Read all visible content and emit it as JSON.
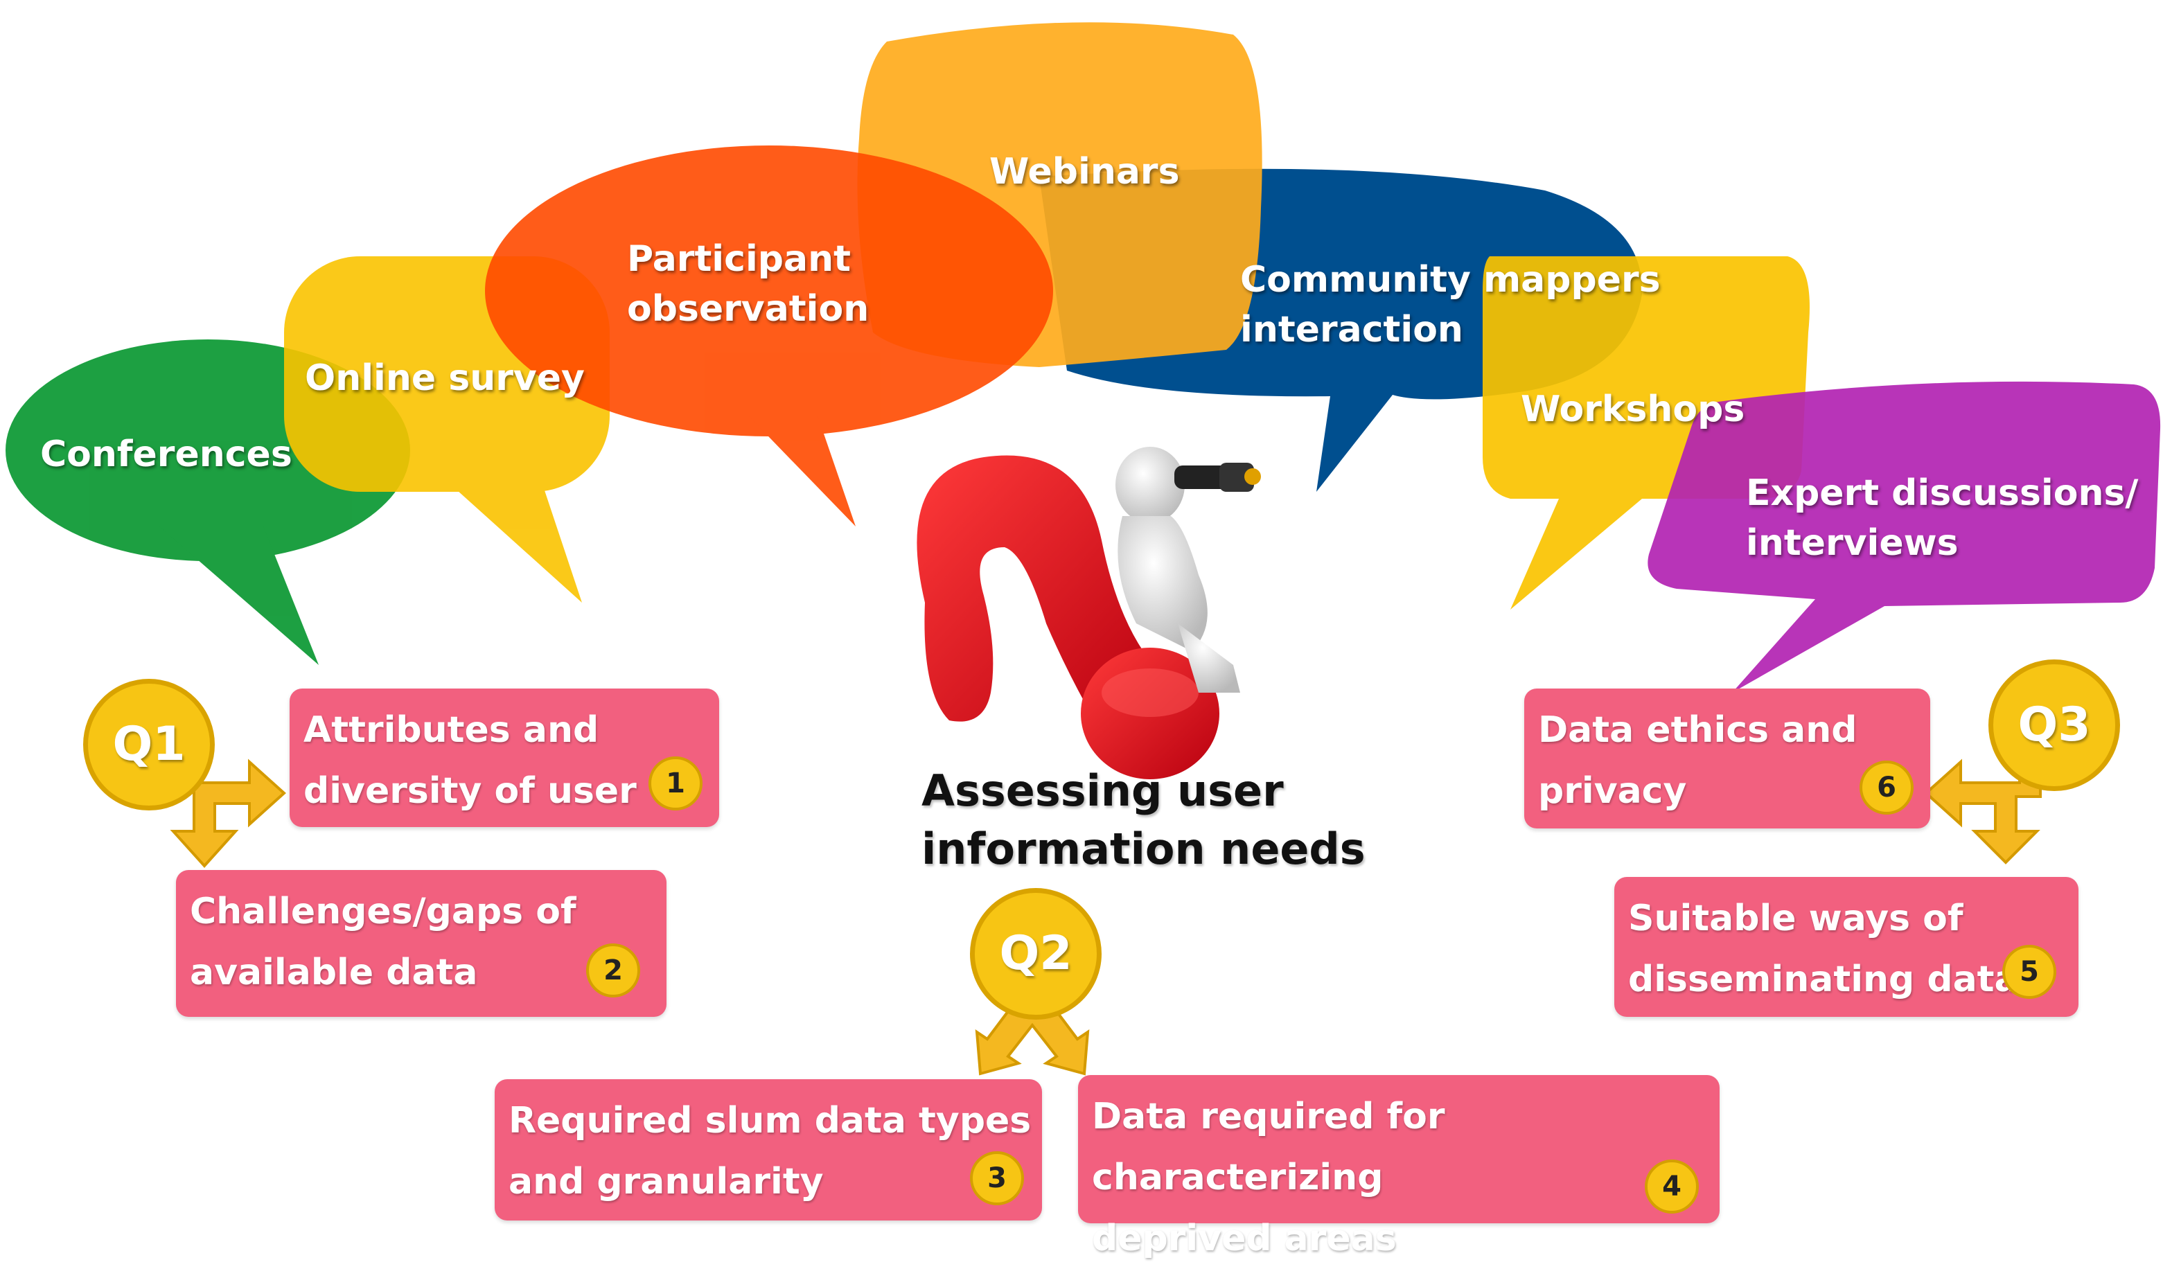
{
  "methods": {
    "conferences": "Conferences",
    "online_survey": "Online survey",
    "participant_line1": "Participant",
    "participant_line2": "observation",
    "webinars": "Webinars",
    "community_line1": "Community mappers",
    "community_line2": "interaction",
    "workshops": "Workshops",
    "expert_line1": "Expert discussions/",
    "expert_line2": "interviews"
  },
  "colors": {
    "green": "#0f9a36",
    "yellow": "#fac300",
    "orange_red": "#ff4a00",
    "amber": "#ffab1c",
    "navy": "#004f8f",
    "purple": "#b223b2",
    "pink": "#f2607f",
    "q_gold": "#f7c514"
  },
  "center": {
    "line1": "Assessing user",
    "line2": "information needs"
  },
  "questions": {
    "q1": "Q1",
    "q2": "Q2",
    "q3": "Q3"
  },
  "boxes": [
    {
      "text": "Attributes and\ndiversity of user",
      "num": "1"
    },
    {
      "text": "Challenges/gaps of\navailable data",
      "num": "2"
    },
    {
      "text": "Required slum data types\nand granularity",
      "num": "3"
    },
    {
      "text": "Data required for characterizing\ndeprived areas",
      "num": "4"
    },
    {
      "text": "Suitable ways of\ndisseminating data",
      "num": "5"
    },
    {
      "text": "Data ethics and\nprivacy",
      "num": "6"
    }
  ]
}
